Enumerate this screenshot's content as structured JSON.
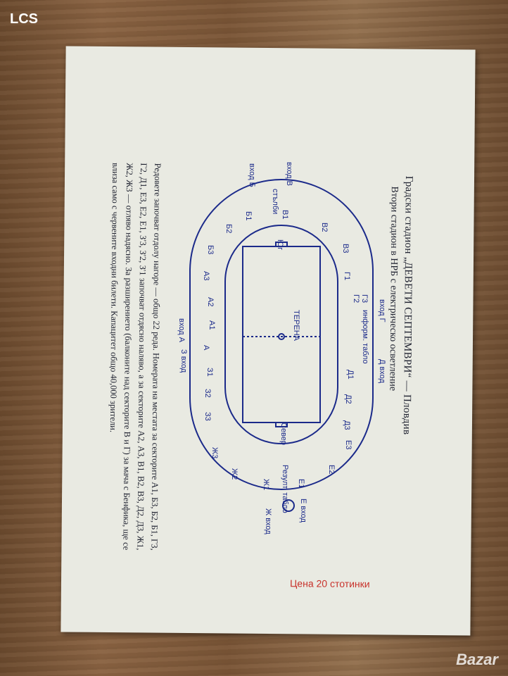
{
  "watermark": "LCS",
  "logo": "Bazar",
  "document": {
    "title": "Градски стадион „ДЕВЕТИ СЕПТЕМВРИ“ — Пловдив",
    "subtitle": "Втори стадион в НРБ с електрическо осветление",
    "paragraph": "Редовете започват отдолу нагоре — общо 22 реда. Номерата на местата за секторите А1, Б3, Б2, Б1, Г3, Г2, Д1, Е3, Е2, Е1, З'3, З'2, З'1 започват отдясно наляво, а за секторите А2, А3, В1, В2, В3, Д2, Д3, Ж1, Ж2, Ж3 — отляво надясно. За разширението (балконите над секторите В и Г) за мача с Бенфика, ще се влиза само с червените входни билети. Капацитет общо 40,000 зрители.",
    "price": "Цена 20 стотинки"
  },
  "diagram": {
    "field": "ТЕРЕНА",
    "south": "Юг",
    "north": "Север",
    "stairs": "стълби",
    "scoreboard": "Резулт. табло",
    "info_board": "информ. табло",
    "sectors": [
      "Б1",
      "Б2",
      "Б3",
      "А3",
      "А2",
      "А1",
      "А",
      "З1",
      "З2",
      "З3",
      "Ж3",
      "Ж2",
      "Ж1",
      "В1",
      "В2",
      "В3",
      "Г1",
      "Г2",
      "Г3",
      "Д1",
      "Д2",
      "Д3",
      "Е3",
      "Е2",
      "Е1"
    ],
    "entrances": [
      "вход В",
      "вход Б",
      "вход А",
      "З вход",
      "Ж вход",
      "Е вход",
      "Д вход",
      "вход Г"
    ]
  }
}
